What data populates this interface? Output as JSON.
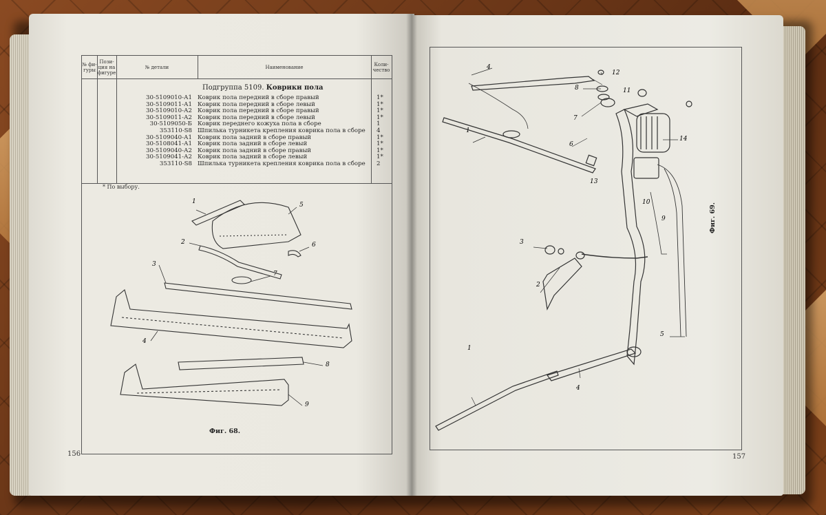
{
  "left_page": {
    "table_headers": {
      "fig_no": "№ фи-гуры",
      "pos_no": "Пози-ция на фигуре",
      "part_no": "№ детали",
      "name": "Наименование",
      "qty": "Коли-чество"
    },
    "subgroup_number": "Подгруппа 5109.",
    "subgroup_title": "Коврики пола",
    "rows": [
      {
        "part": "30-5109010-А1",
        "name": "Коврик пола передний в сборе правый",
        "qty": "1*"
      },
      {
        "part": "30-5109011-А1",
        "name": "Коврик пола передний в сборе левый",
        "qty": "1*"
      },
      {
        "part": "30-5109010-А2",
        "name": "Коврик пола передний в сборе правый",
        "qty": "1*"
      },
      {
        "part": "30-5109011-А2",
        "name": "Коврик пола передний в сборе левый",
        "qty": "1*"
      },
      {
        "part": "30-5109050-Б",
        "name": "Коврик переднего кожуха пола в сборе",
        "qty": "1"
      },
      {
        "part": "353110-S8",
        "name": "Шпилька турникета крепления коврика пола в сборе",
        "qty": "4"
      },
      {
        "part": "30-5109040-А1",
        "name": "Коврик пола задний в сборе правый",
        "qty": "1*"
      },
      {
        "part": "30-5108041-А1",
        "name": "Коврик пола задний в сборе левый",
        "qty": "1*"
      },
      {
        "part": "30-5109040-А2",
        "name": "Коврик пола задний в сборе правый",
        "qty": "1*"
      },
      {
        "part": "30-5109041-А2",
        "name": "Коврик пола задний в сборе левый",
        "qty": "1*"
      },
      {
        "part": "353110-S8",
        "name": "Шпилька турникета крепления коврика пола в сборе",
        "qty": "2"
      }
    ],
    "footnote": "* По выбору.",
    "figure_caption": "Фиг. 68.",
    "figure_labels": [
      "1",
      "2",
      "3",
      "4",
      "5",
      "6",
      "7",
      "8",
      "9"
    ],
    "page_number": "156"
  },
  "right_page": {
    "figure_caption": "Фиг. 69.",
    "figure_labels": [
      "1",
      "2",
      "3",
      "4",
      "5",
      "6",
      "7",
      "8",
      "9",
      "10",
      "11",
      "12",
      "13",
      "14"
    ],
    "page_number": "157"
  }
}
